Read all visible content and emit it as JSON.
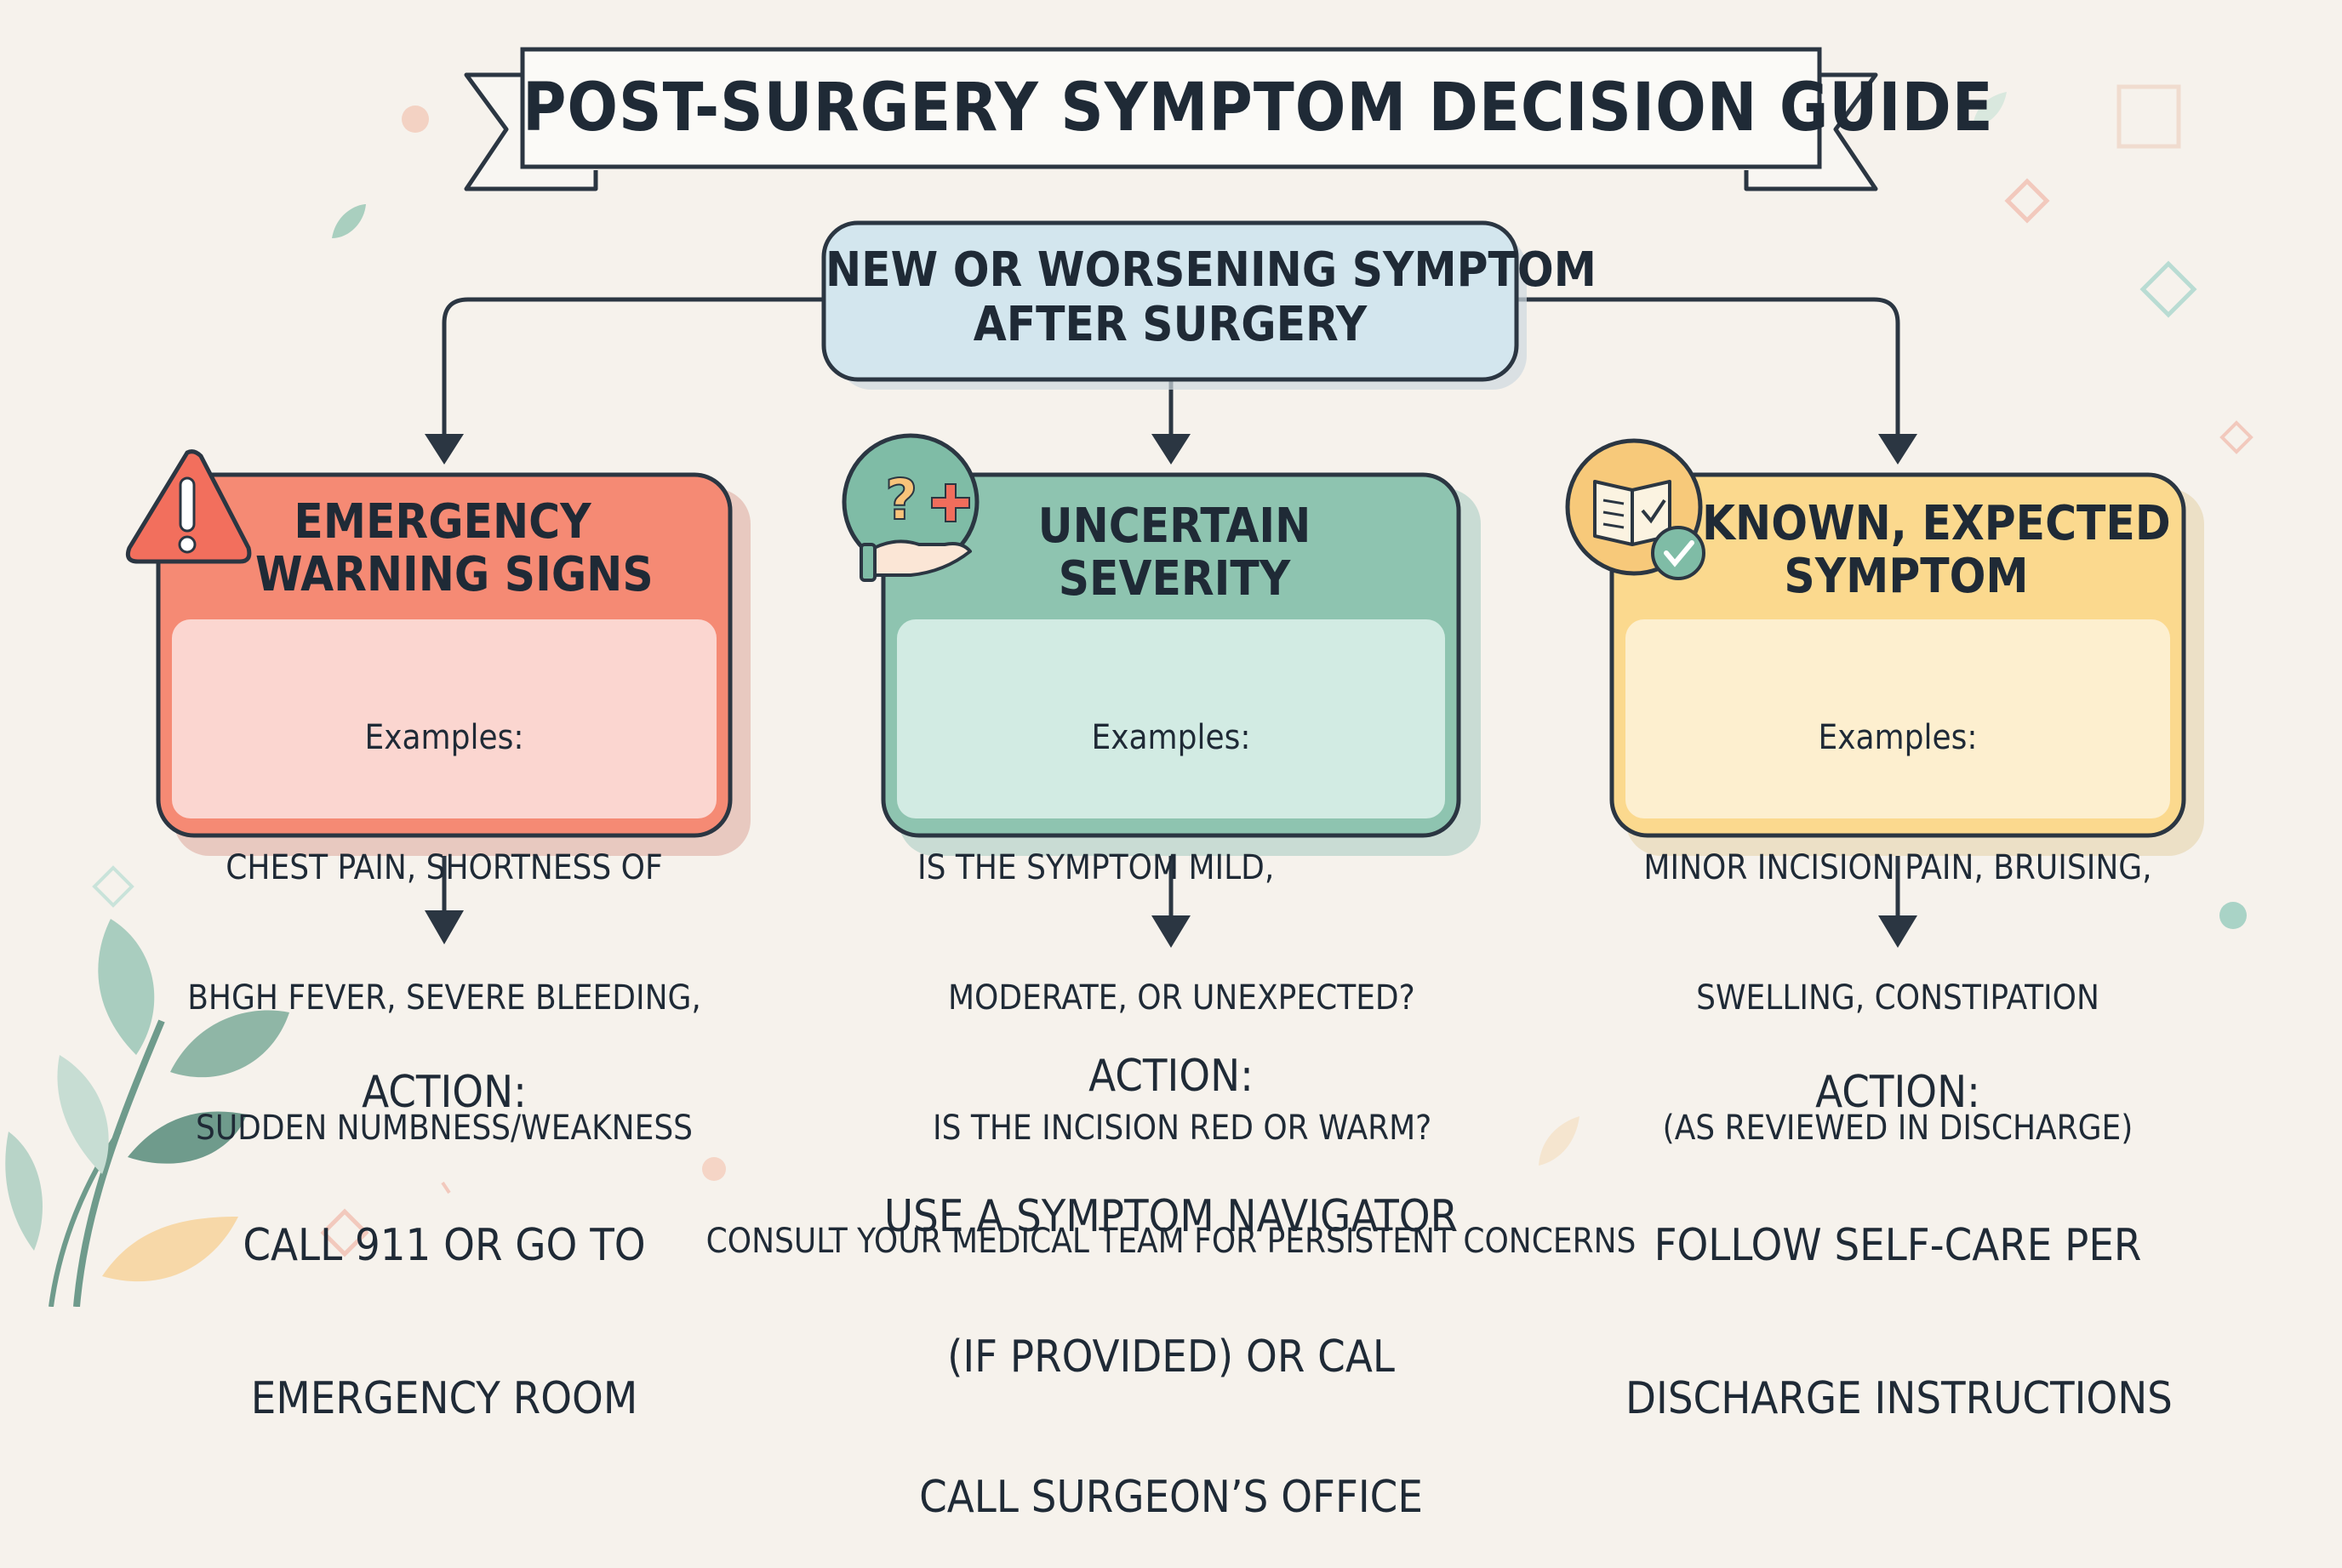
{
  "title": "POST-SURGERY SYMPTOM DECISION GUIDE",
  "start": {
    "line1": "NEW OR WORSENING SYMPTOM",
    "line2": "AFTER SURGERY"
  },
  "branches": [
    {
      "title_line1": "EMERGENCY",
      "title_line2": "WARNING SIGNS",
      "examples_label": "Examples:",
      "examples_lines": [
        "CHEST PAIN, SHORTNESS OF",
        "BHGH FEVER, SEVERE BLEEDING,",
        "SUDDEN NUMBNESS/WEAKNESS"
      ],
      "action_label": "ACTION:",
      "action_lines": [
        "CALL 911 OR GO TO",
        "EMERGENCY ROOM"
      ],
      "icon": "warning-triangle-icon",
      "color": "#f58a74"
    },
    {
      "title_line1": "UNCERTAIN",
      "title_line2": "SEVERITY",
      "examples_label": "Examples:",
      "examples_lines": [
        "IS THE SYMPTOM MILD,",
        "MODERATE, OR UNEXPECTED?",
        "IS THE INCISION RED OR WARM?"
      ],
      "action_label": "ACTION:",
      "action_lines": [
        "USE A SYMPTOM NAVIGATOR",
        "(IF PROVIDED) OR CAL",
        "CALL SURGEON’S OFFICE"
      ],
      "icon": "question-hand-icon",
      "color": "#8ec4b0"
    },
    {
      "title_line1": "KNOWN, EXPECTED",
      "title_line2": "SYMPTOM",
      "examples_label": "Examples:",
      "examples_lines": [
        "MINOR INCISION PAIN, BRUISING,",
        "SWELLING, CONSTIPATION",
        "(AS REVIEWED IN DISCHARGE)"
      ],
      "action_label": "ACTION:",
      "action_lines": [
        "FOLLOW SELF-CARE PER",
        "DISCHARGE INSTRUCTIONS"
      ],
      "icon": "book-check-icon",
      "color": "#fbd98e"
    }
  ],
  "footer": "CONSULT YOUR MEDICAL TEAM FOR PERSISTENT CONCERNS"
}
